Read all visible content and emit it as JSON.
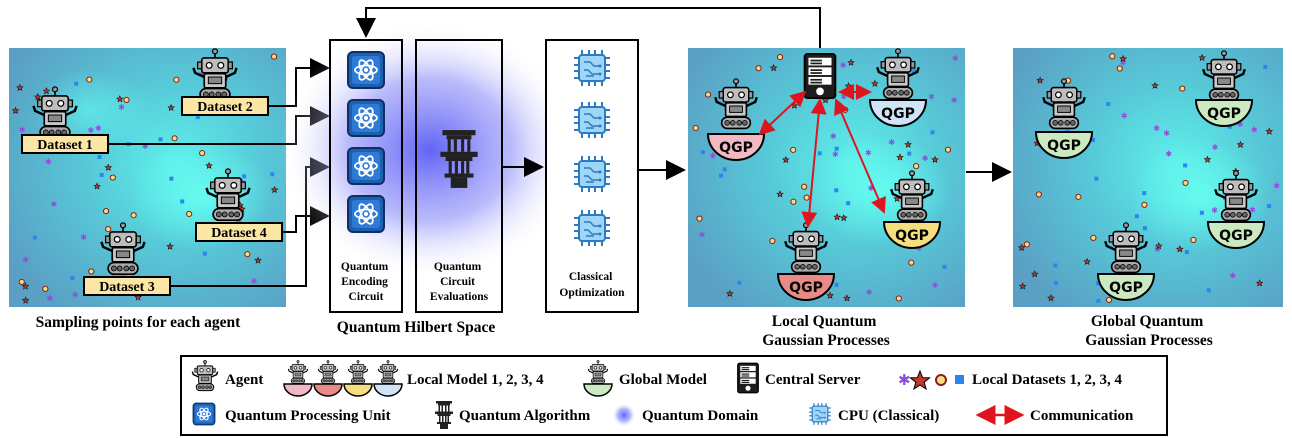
{
  "panels": {
    "sampling": {
      "caption": "Sampling points for each agent",
      "datasets": [
        "Dataset 1",
        "Dataset 2",
        "Dataset 3",
        "Dataset 4"
      ]
    },
    "hilbert": {
      "caption": "Quantum Hilbert Space",
      "encoding_label": [
        "Quantum",
        "Encoding",
        "Circuit"
      ],
      "evaluation_label": [
        "Quantum",
        "Circuit",
        "Evaluations"
      ]
    },
    "classical": {
      "label": [
        "Classical",
        "Optimization"
      ]
    },
    "local": {
      "caption": [
        "Local Quantum",
        "Gaussian Processes"
      ],
      "model_label": "QGP"
    },
    "global": {
      "caption": [
        "Global Quantum",
        "Gaussian Processes"
      ],
      "model_label": "QGP"
    }
  },
  "colors": {
    "qgp_1": "#f2b8c4",
    "qgp_2": "#e88a86",
    "qgp_3": "#f6dd7e",
    "qgp_4": "#cfe4f6",
    "qgp_global": "#cbeac2",
    "dataset_box": "#fbe6a6",
    "quantum_glow": "#6a6cf5",
    "communication": "#e0141e",
    "map_bg": "#5fb3cf",
    "map_hot": "#4fe3e0"
  },
  "icons": [
    "robot-icon",
    "server-icon",
    "atom-chip-icon",
    "quantum-tower-icon",
    "cpu-chip-icon"
  ],
  "legend": {
    "agent": "Agent",
    "local_model": "Local Model 1, 2, 3, 4",
    "global_model": "Global Model",
    "central_server": "Central Server",
    "local_datasets": "Local Datasets 1, 2, 3, 4",
    "qpu": "Quantum Processing Unit",
    "quantum_algorithm": "Quantum Algorithm",
    "quantum_domain": "Quantum Domain",
    "cpu": "CPU (Classical)",
    "communication": "Communication"
  }
}
